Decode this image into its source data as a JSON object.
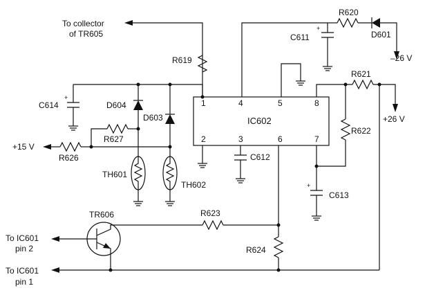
{
  "labels": {
    "to_collector_line1": "To collector",
    "to_collector_line2": "of TR605",
    "r620": "R620",
    "d601": "D601",
    "neg26v": "–26 V",
    "c611": "C611",
    "r619": "R619",
    "r621": "R621",
    "pos26v": "+26 V",
    "c614": "C614",
    "d604": "D604",
    "d603": "D603",
    "ic602": "IC602",
    "r627": "R627",
    "r622": "R622",
    "pos15v": "+15 V",
    "r626": "R626",
    "c612": "C612",
    "th601": "TH601",
    "th602": "TH602",
    "c613": "C613",
    "tr606": "TR606",
    "r623": "R623",
    "r624": "R624",
    "to_ic601_pin2_line1": "To IC601",
    "to_ic601_pin2_line2": "pin 2",
    "to_ic601_pin1_line1": "To IC601",
    "to_ic601_pin1_line2": "pin 1",
    "plus": "+"
  },
  "ic_pins": [
    "1",
    "4",
    "5",
    "8",
    "2",
    "3",
    "6",
    "7"
  ]
}
